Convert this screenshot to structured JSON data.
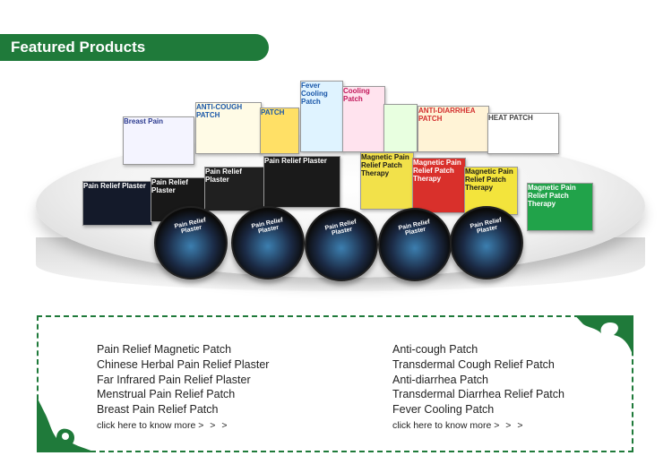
{
  "header": {
    "title": "Featured Products"
  },
  "products_image": {
    "box_labels": [
      "Breast Pain",
      "ANTI-COUGH PATCH",
      "PATCH",
      "Fever Cooling Patch",
      "Cooling Patch",
      "ANTI-DIARRHEA PATCH",
      "HEAT PATCH",
      "Pain Relief Plaster",
      "Pain Relief Plaster",
      "Pain Relief Plaster",
      "Pain Relief Plaster",
      "Magnetic Pain Relief Patch Therapy",
      "Magnetic Pain Relief Patch Therapy",
      "Magnetic Pain Relief Patch Therapy",
      "Magnetic Pain Relief Patch Therapy"
    ],
    "tin_label": "Pain Relief Plaster"
  },
  "list_left": {
    "items": [
      "Pain Relief Magnetic Patch",
      "Chinese Herbal Pain Relief Plaster",
      "Far Infrared Pain Relief Plaster",
      "Menstrual Pain Relief Patch",
      "Breast Pain Relief Patch"
    ],
    "more_text": "click here to know more",
    "arrows": "> > >"
  },
  "list_right": {
    "items": [
      "Anti-cough Patch",
      "Transdermal Cough Relief Patch",
      "Anti-diarrhea Patch",
      "Transdermal Diarrhea Relief Patch",
      "Fever Cooling Patch"
    ],
    "more_text": "click here to know more",
    "arrows": "> > >"
  },
  "colors": {
    "brand_green": "#1f7a3a"
  }
}
